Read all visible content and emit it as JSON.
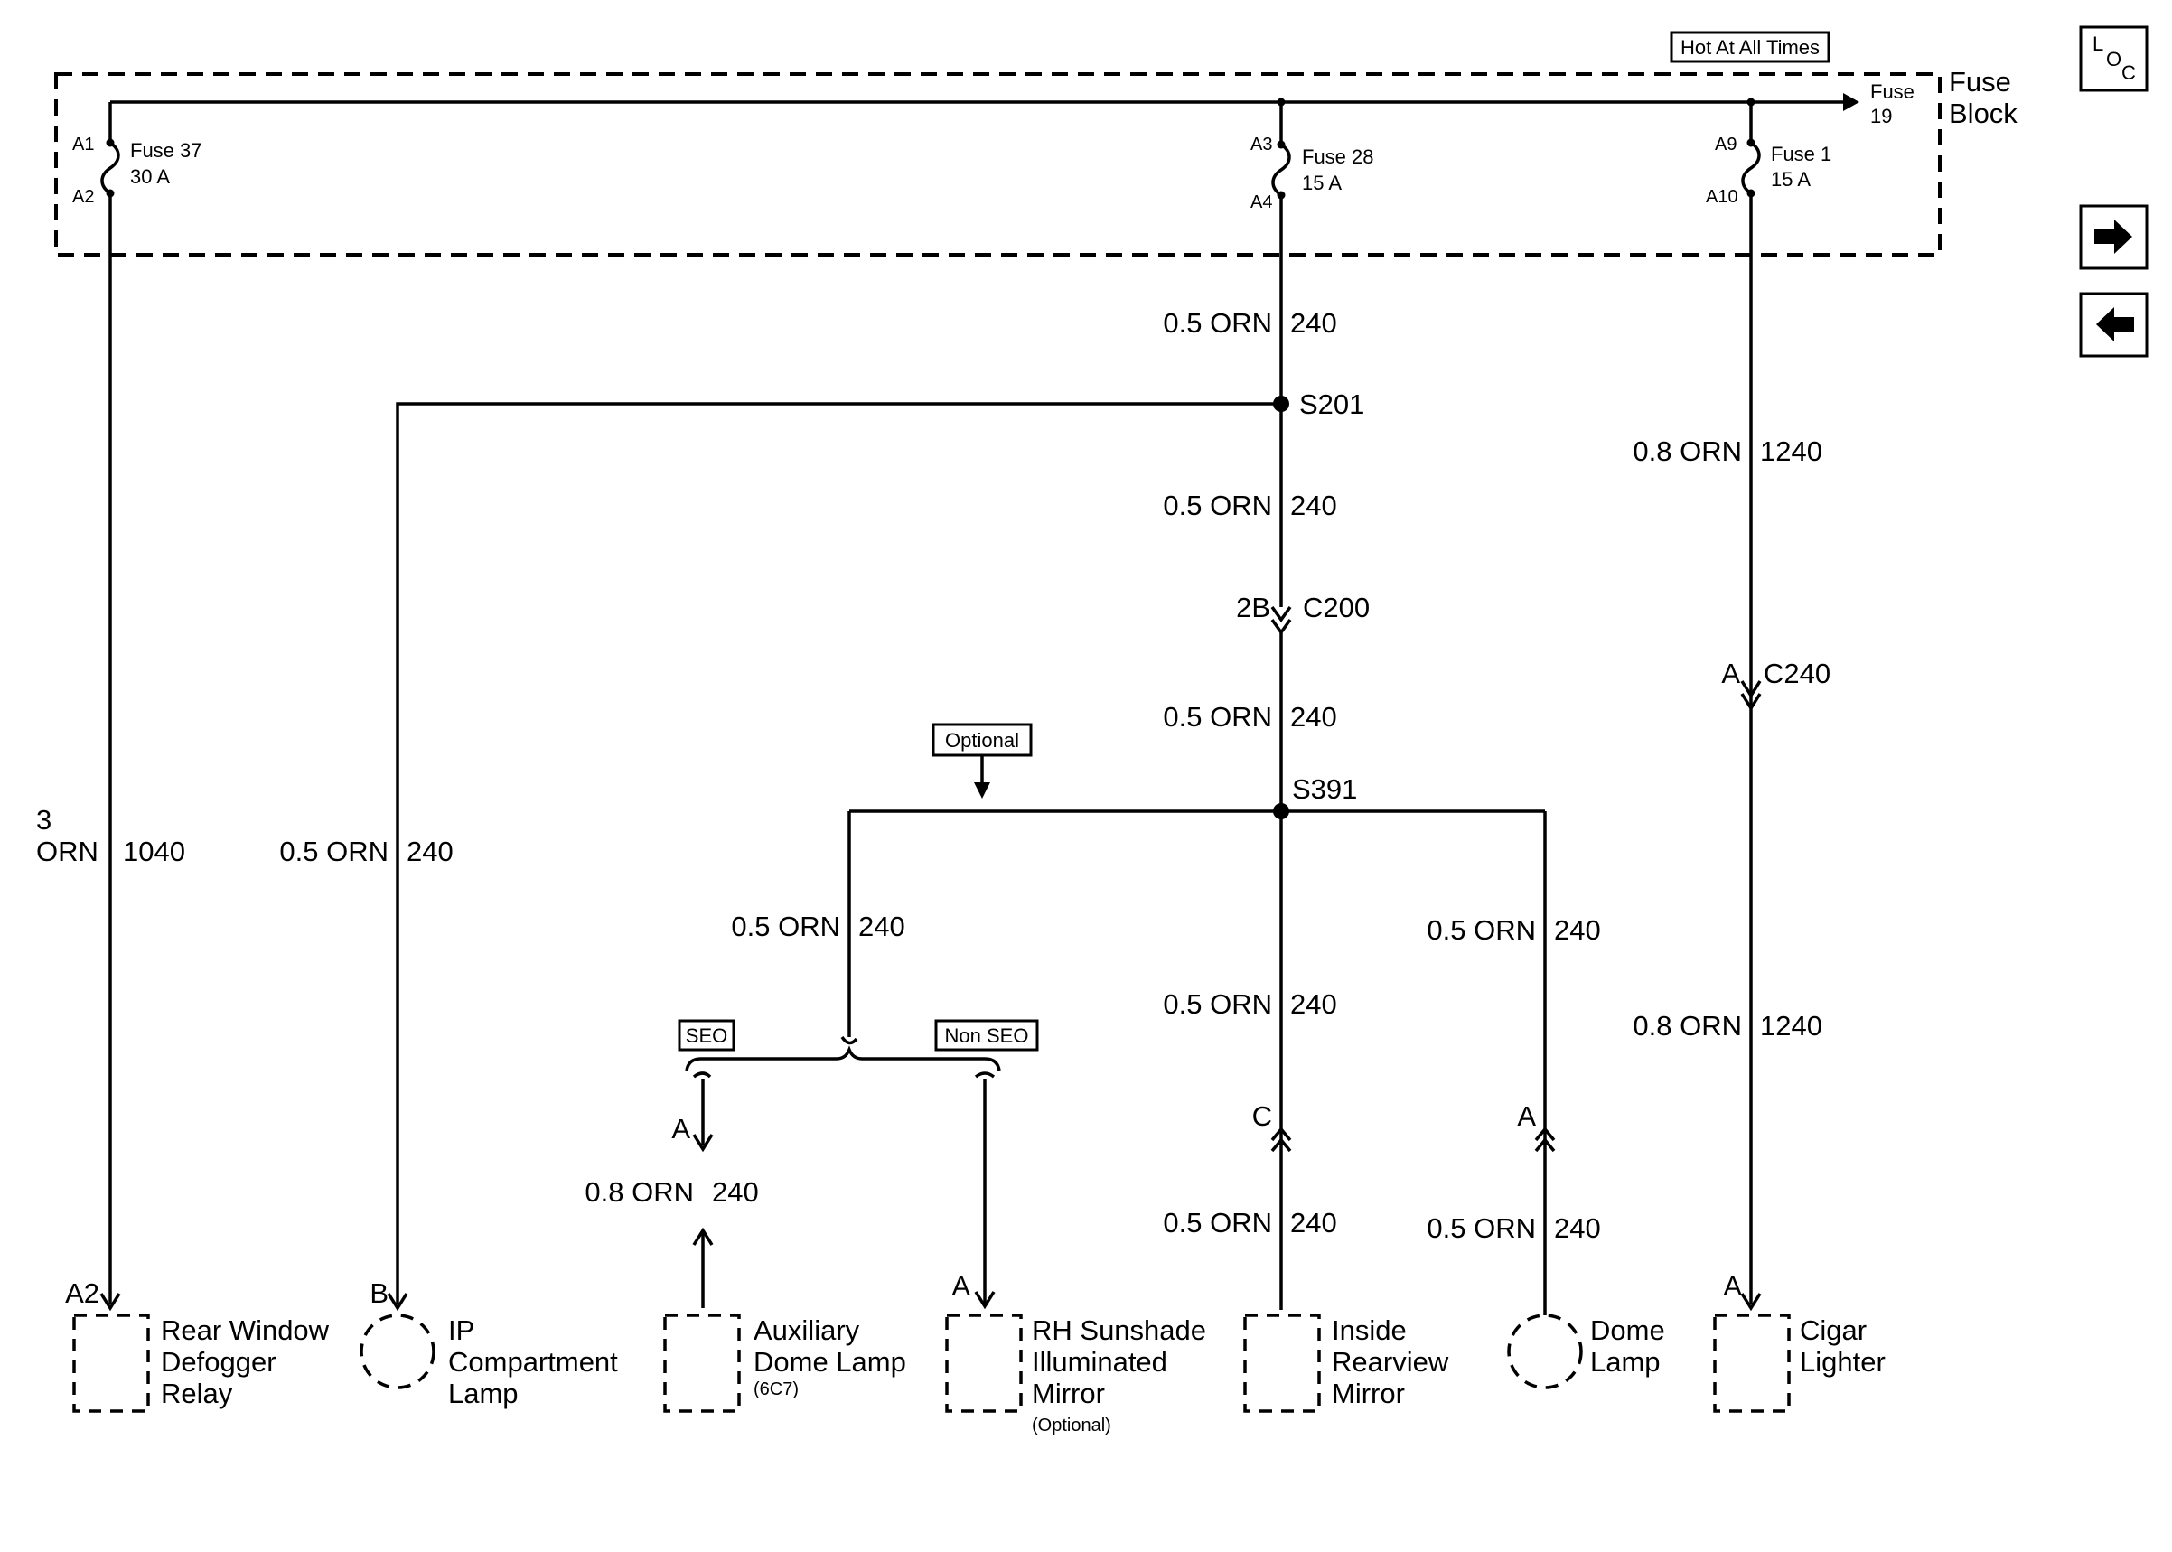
{
  "nav": {
    "loc_l": "L",
    "loc_o": "O",
    "loc_c": "C"
  },
  "header": {
    "hot_at_all_times": "Hot At All Times",
    "fuse_block_line1": "Fuse",
    "fuse_block_line2": "Block",
    "fuse19_line1": "Fuse",
    "fuse19_line2": "19"
  },
  "fuses": [
    {
      "top_pin": "A1",
      "bottom_pin": "A2",
      "name": "Fuse 37",
      "rating": "30 A"
    },
    {
      "top_pin": "A3",
      "bottom_pin": "A4",
      "name": "Fuse 28",
      "rating": "15 A"
    },
    {
      "top_pin": "A9",
      "bottom_pin": "A10",
      "name": "Fuse 1",
      "rating": "15 A"
    }
  ],
  "wires": {
    "w1040_size": "3",
    "w1040_color": "ORN",
    "w1040_circuit": "1040",
    "ip_label": "0.5 ORN",
    "ip_circuit": "240",
    "top_label": "0.5 ORN",
    "top_circuit": "240",
    "mid_label": "0.5 ORN",
    "mid_circuit": "240",
    "below_c200_label": "0.5 ORN",
    "below_c200_circuit": "240",
    "left_branch_label": "0.5 ORN",
    "left_branch_circuit": "240",
    "aux_label": "0.8 ORN",
    "aux_circuit": "240",
    "center_upper_label": "0.5 ORN",
    "center_upper_circuit": "240",
    "center_lower_label": "0.5 ORN",
    "center_lower_circuit": "240",
    "dome_upper_label": "0.5 ORN",
    "dome_upper_circuit": "240",
    "dome_lower_label": "0.5 ORN",
    "dome_lower_circuit": "240",
    "cigar_upper_label": "0.8 ORN",
    "cigar_upper_circuit": "1240",
    "cigar_lower_label": "0.8 ORN",
    "cigar_lower_circuit": "1240"
  },
  "splices": {
    "s201": "S201",
    "s391": "S391"
  },
  "connectors": {
    "c200_pin": "2B",
    "c200_name": "C200",
    "c240_pin": "A",
    "c240_name": "C240",
    "aux_pin": "A",
    "center_pin": "C",
    "dome_pin": "A"
  },
  "options": {
    "optional": "Optional",
    "seo": "SEO",
    "non_seo": "Non SEO"
  },
  "components": [
    {
      "pin": "A2",
      "line1": "Rear Window",
      "line2": "Defogger",
      "line3": "Relay",
      "note": ""
    },
    {
      "pin": "B",
      "line1": "IP",
      "line2": "Compartment",
      "line3": "Lamp",
      "note": ""
    },
    {
      "pin": "",
      "line1": "Auxiliary",
      "line2": "Dome Lamp",
      "line3": "",
      "note": "(6C7)"
    },
    {
      "pin": "A",
      "line1": "RH Sunshade",
      "line2": "Illuminated",
      "line3": "Mirror",
      "note": "(Optional)"
    },
    {
      "pin": "",
      "line1": "Inside",
      "line2": "Rearview",
      "line3": "Mirror",
      "note": ""
    },
    {
      "pin": "",
      "line1": "Dome",
      "line2": "Lamp",
      "line3": "",
      "note": ""
    },
    {
      "pin": "A",
      "line1": "Cigar",
      "line2": "Lighter",
      "line3": "",
      "note": ""
    }
  ]
}
